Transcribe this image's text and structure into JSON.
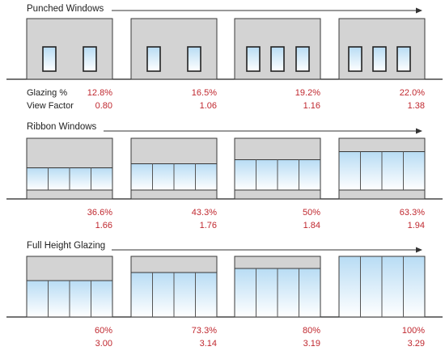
{
  "colors": {
    "wall": "#d3d3d3",
    "wall_stroke": "#3a3a3a",
    "value_text": "#c0282f",
    "label_text": "#222222",
    "glass_top": "#b8dcf4",
    "glass_bottom": "#ffffff"
  },
  "row_labels": {
    "glazing": "Glazing %",
    "view_factor": "View Factor"
  },
  "sections": [
    {
      "title": "Punched Windows",
      "type": "punched",
      "panels": [
        {
          "windows": 2,
          "glazing": "12.8%",
          "view_factor": "0.80"
        },
        {
          "windows": 2,
          "glazing": "16.5%",
          "view_factor": "1.06"
        },
        {
          "windows": 3,
          "glazing": "19.2%",
          "view_factor": "1.16"
        },
        {
          "windows": 3,
          "glazing": "22.0%",
          "view_factor": "1.38"
        }
      ]
    },
    {
      "title": "Ribbon Windows",
      "type": "ribbon",
      "panels": [
        {
          "mullions": 4,
          "glazing": "36.6%",
          "view_factor": "1.66"
        },
        {
          "mullions": 4,
          "glazing": "43.3%",
          "view_factor": "1.76"
        },
        {
          "mullions": 4,
          "glazing": "50%",
          "view_factor": "1.84"
        },
        {
          "mullions": 4,
          "glazing": "63.3%",
          "view_factor": "1.94"
        }
      ]
    },
    {
      "title": "Full Height Glazing",
      "type": "full",
      "panels": [
        {
          "mullions": 4,
          "glazing": "60%",
          "view_factor": "3.00"
        },
        {
          "mullions": 4,
          "glazing": "73.3%",
          "view_factor": "3.14"
        },
        {
          "mullions": 4,
          "glazing": "80%",
          "view_factor": "3.19"
        },
        {
          "mullions": 4,
          "glazing": "100%",
          "view_factor": "3.29"
        }
      ]
    }
  ]
}
